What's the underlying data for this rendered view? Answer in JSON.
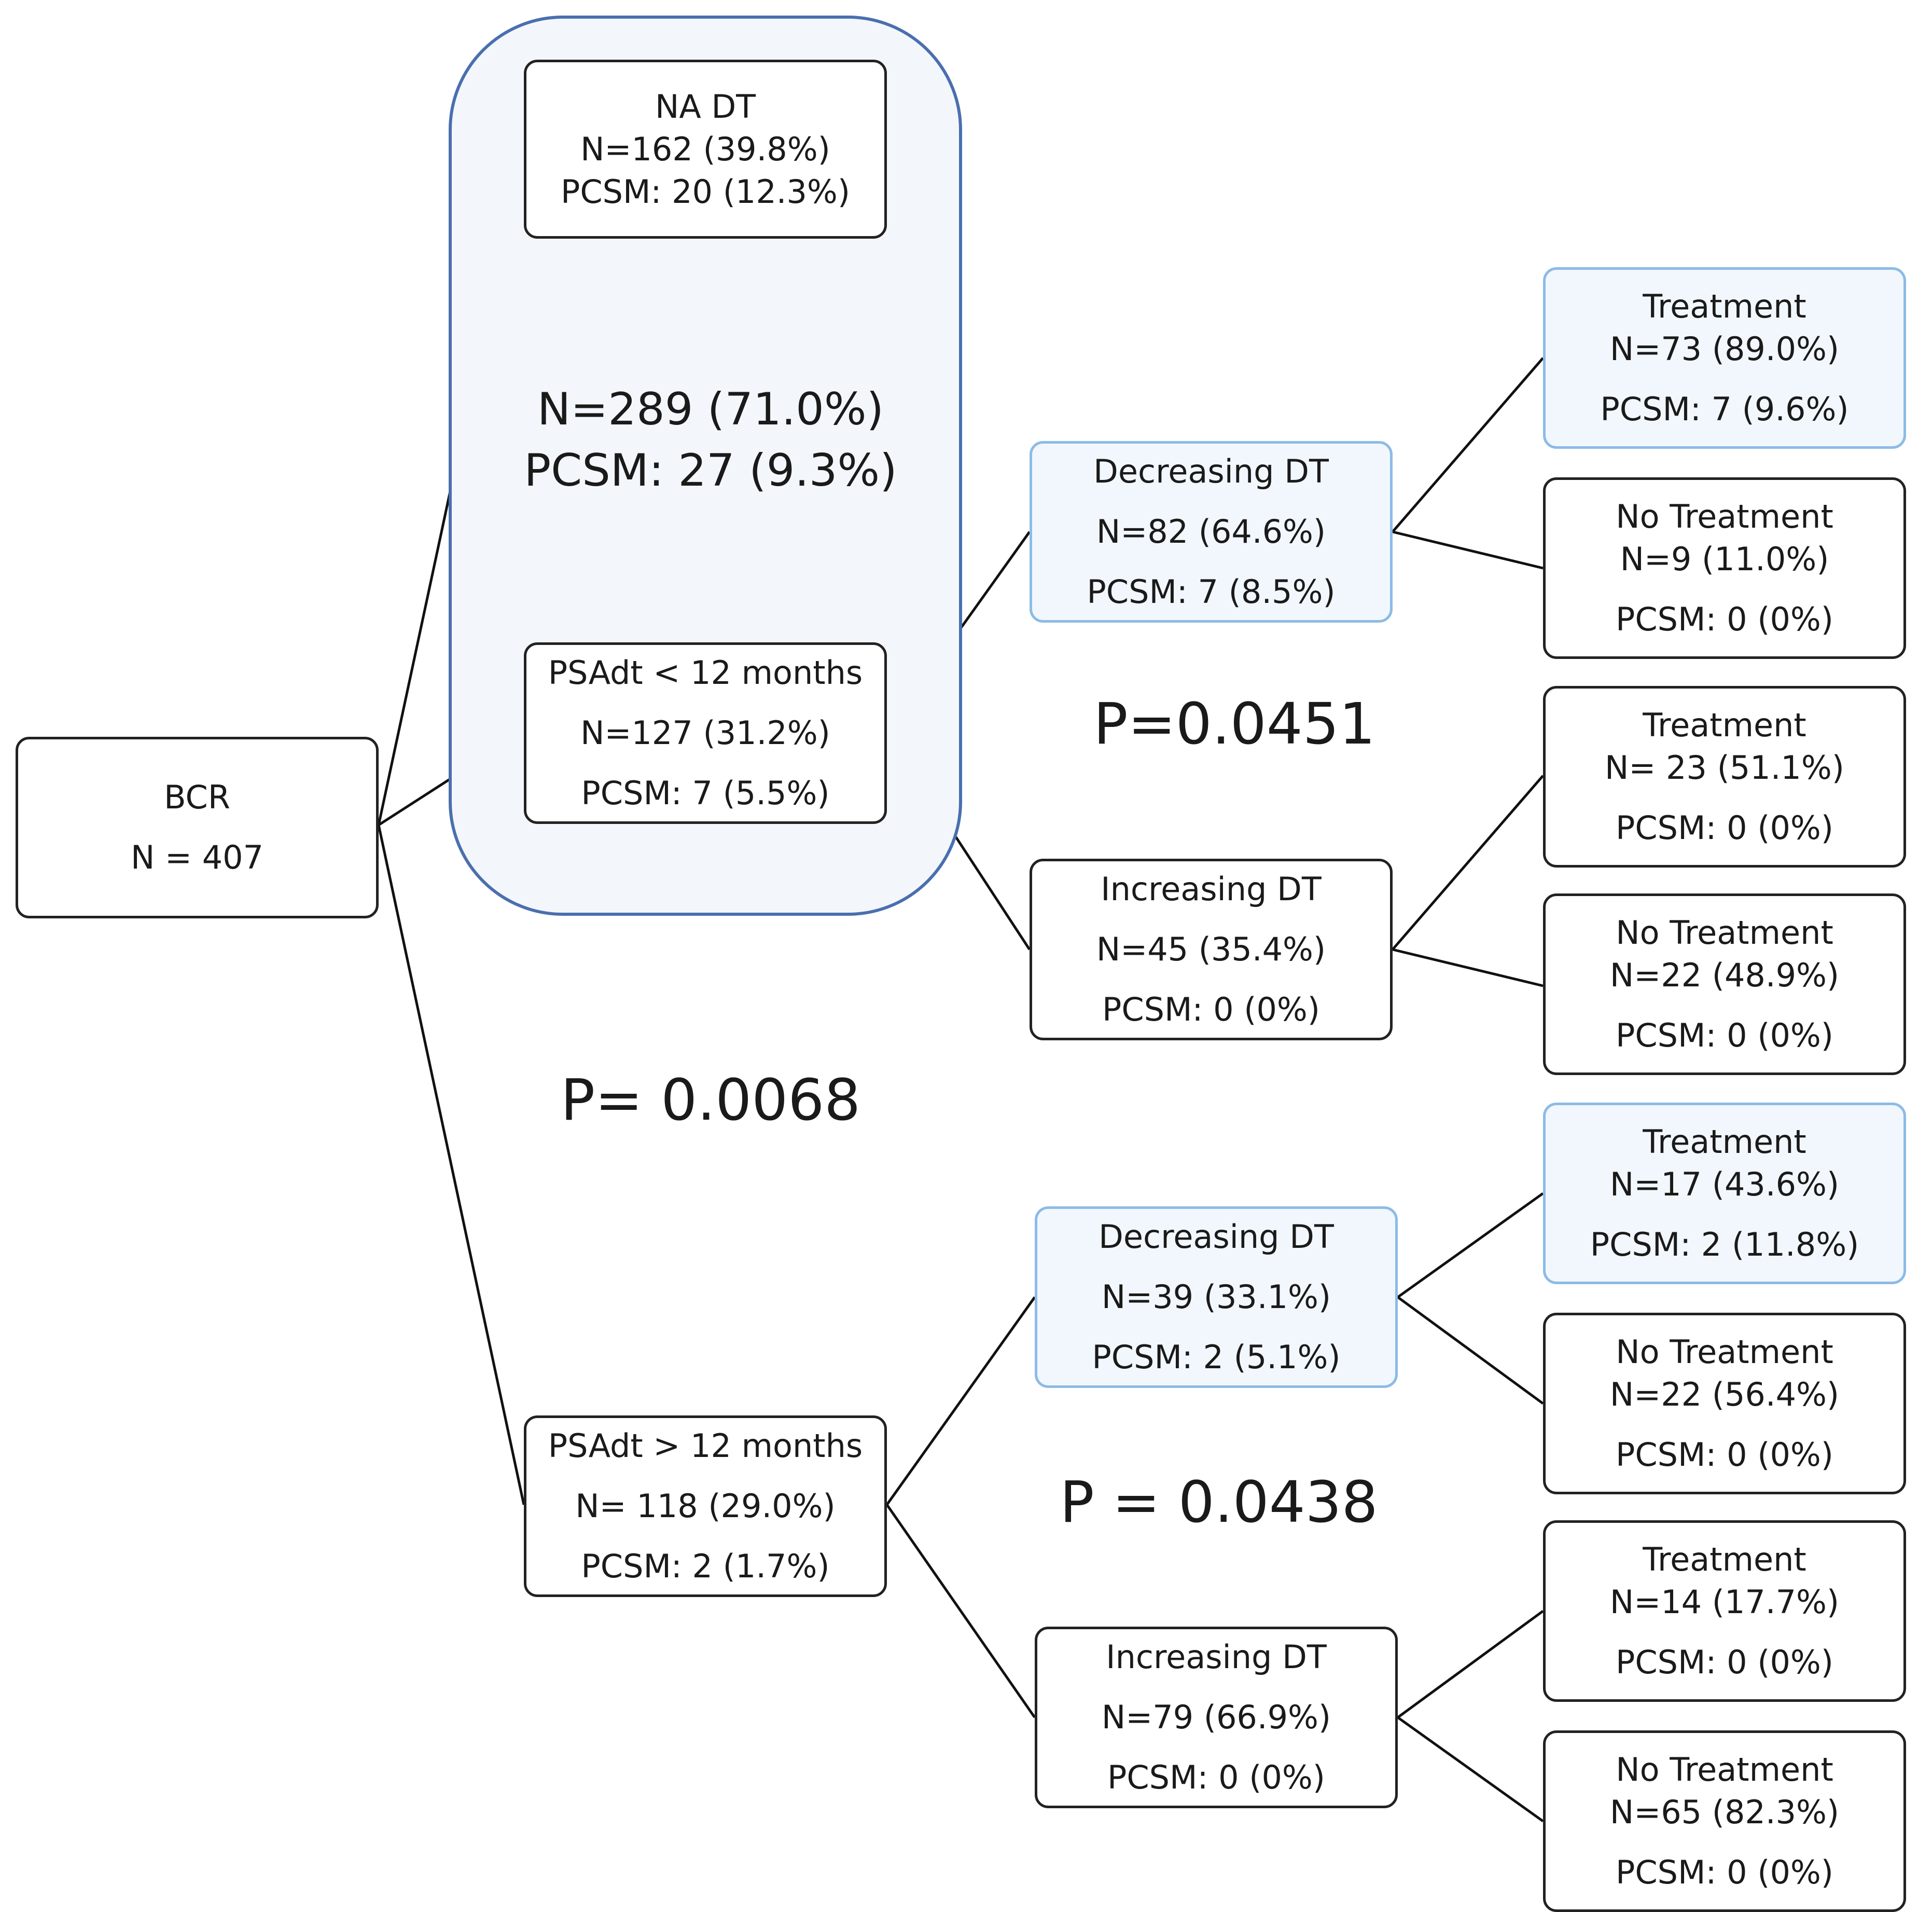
{
  "root": {
    "title": "BCR",
    "n": "N = 407"
  },
  "group": {
    "n": "N=289 (71.0%)",
    "pcsm": "PCSM: 27 (9.3%)"
  },
  "na_dt": {
    "title": "NA DT",
    "n": "N=162 (39.8%)",
    "pcsm": "PCSM: 20 (12.3%)"
  },
  "psadt_lt": {
    "title": "PSAdt < 12 months",
    "n": "N=127 (31.2%)",
    "pcsm": "PCSM: 7 (5.5%)"
  },
  "psadt_gt": {
    "title": "PSAdt > 12 months",
    "n": "N= 118 (29.0%)",
    "pcsm": "PCSM: 2 (1.7%)"
  },
  "lt_decreasing": {
    "title": "Decreasing DT",
    "n": "N=82 (64.6%)",
    "pcsm": "PCSM: 7 (8.5%)"
  },
  "lt_increasing": {
    "title": "Increasing DT",
    "n": "N=45 (35.4%)",
    "pcsm": "PCSM: 0 (0%)"
  },
  "gt_decreasing": {
    "title": "Decreasing DT",
    "n": "N=39 (33.1%)",
    "pcsm": "PCSM: 2 (5.1%)"
  },
  "gt_increasing": {
    "title": "Increasing DT",
    "n": "N=79 (66.9%)",
    "pcsm": "PCSM: 0 (0%)"
  },
  "leaves": [
    {
      "title": "Treatment",
      "n": "N=73 (89.0%)",
      "pcsm": "PCSM: 7 (9.6%)"
    },
    {
      "title": "No Treatment",
      "n": "N=9 (11.0%)",
      "pcsm": "PCSM: 0 (0%)"
    },
    {
      "title": "Treatment",
      "n": "N= 23 (51.1%)",
      "pcsm": "PCSM: 0 (0%)"
    },
    {
      "title": "No Treatment",
      "n": "N=22 (48.9%)",
      "pcsm": "PCSM: 0 (0%)"
    },
    {
      "title": "Treatment",
      "n": "N=17 (43.6%)",
      "pcsm": "PCSM: 2 (11.8%)"
    },
    {
      "title": "No Treatment",
      "n": "N=22 (56.4%)",
      "pcsm": "PCSM: 0 (0%)"
    },
    {
      "title": "Treatment",
      "n": "N=14  (17.7%)",
      "pcsm": "PCSM: 0 (0%)"
    },
    {
      "title": "No Treatment",
      "n": "N=65 (82.3%)",
      "pcsm": "PCSM: 0 (0%)"
    }
  ],
  "p_values": {
    "main": "P= 0.0068",
    "lt_split": "P=0.0451",
    "gt_split": "P = 0.0438"
  },
  "colors": {
    "group_border": "#4a6faf",
    "group_fill": "#f3f7fb",
    "highlight_border": "#8cbbe6",
    "highlight_fill": "#f2f7fd",
    "line": "#111111"
  }
}
